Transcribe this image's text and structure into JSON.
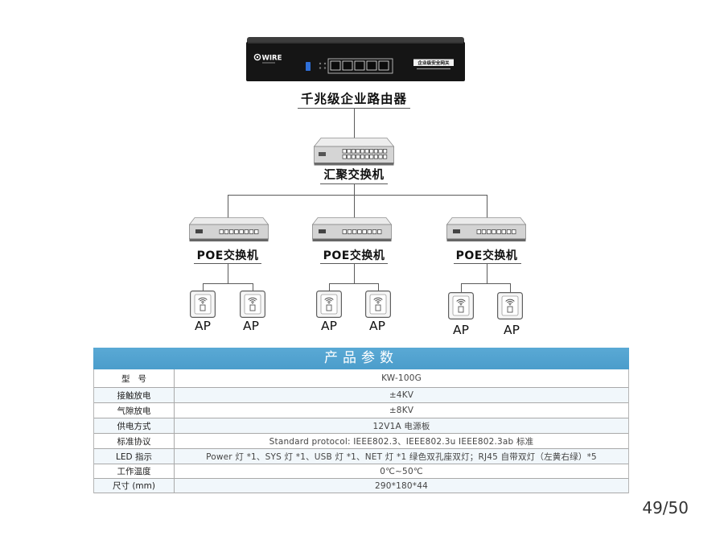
{
  "router": {
    "logo_text": "WIRE",
    "panel_label": "企业级安全网关"
  },
  "diagram": {
    "router_label": "千兆级企业路由器",
    "aggregation_label": "汇聚交换机",
    "poe_groups": [
      {
        "label": "POE交换机",
        "ap_labels": [
          "AP",
          "AP"
        ]
      },
      {
        "label": "POE交换机",
        "ap_labels": [
          "AP",
          "AP"
        ]
      },
      {
        "label": "POE交换机",
        "ap_labels": [
          "AP",
          "AP"
        ]
      }
    ],
    "icons": {
      "router": "router-icon",
      "aggregation_switch": "switch-icon",
      "poe_switch": "poe-switch-icon",
      "access_point": "wifi-access-point-icon"
    }
  },
  "spec_table": {
    "title": "产品参数",
    "rows": [
      {
        "name": "型   号",
        "value": "KW-100G"
      },
      {
        "name": "接触放电",
        "value": "±4KV"
      },
      {
        "name": "气隙放电",
        "value": "±8KV"
      },
      {
        "name": "供电方式",
        "value": "12V1A 电源板"
      },
      {
        "name": "标准协议",
        "value": "Standard protocol: IEEE802.3、IEEE802.3u IEEE802.3ab 标准"
      },
      {
        "name": "LED 指示",
        "value": "Power 灯 *1、SYS 灯 *1、USB 灯 *1、NET 灯 *1 绿色双孔座双灯；RJ45 自带双灯（左黄右绿）*5"
      },
      {
        "name": "工作温度",
        "value": "0℃~50℃"
      },
      {
        "name": "尺寸 (mm)",
        "value": "290*180*44"
      }
    ]
  },
  "page_number": "49/50",
  "colors": {
    "table_header": "#4b9dcb",
    "connector_line": "#5a5a5a",
    "router_body": "#151515",
    "switch_body": "#d4d4d4",
    "usb_port": "#2f6fd8"
  }
}
